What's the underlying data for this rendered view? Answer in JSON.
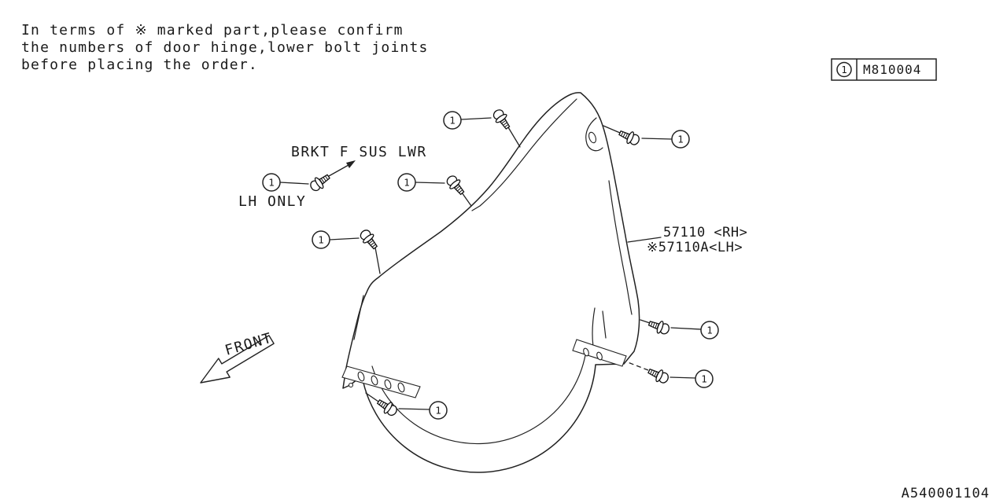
{
  "note": {
    "lines": [
      "In terms of ※ marked part,please confirm",
      "the numbers of door hinge,lower bolt joints",
      "before placing the order."
    ]
  },
  "legend": {
    "index": "1",
    "part_number": "M810004"
  },
  "labels": {
    "bracket": "BRKT F SUS LWR",
    "lh_only": "LH ONLY",
    "part_line1": "57110  <RH>",
    "part_line2": "※57110A<LH>",
    "front": "FRONT",
    "diagram_id": "A540001104"
  },
  "callouts": [
    {
      "label": "1"
    },
    {
      "label": "1"
    },
    {
      "label": "1"
    },
    {
      "label": "1"
    },
    {
      "label": "1"
    },
    {
      "label": "1"
    },
    {
      "label": "1"
    },
    {
      "label": "1"
    }
  ]
}
